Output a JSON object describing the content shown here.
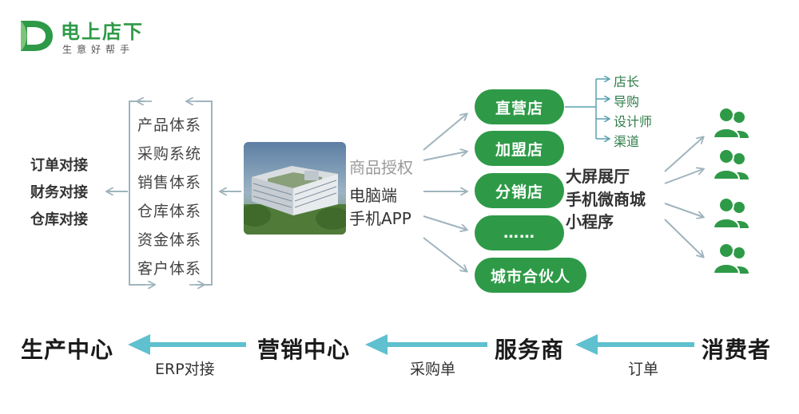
{
  "logo": {
    "title": "电上店下",
    "subtitle": "生意好帮手",
    "mark_letter": "D"
  },
  "integrations": [
    "订单对接",
    "财务对接",
    "仓库对接"
  ],
  "systems": [
    "产品体系",
    "采购系统",
    "销售体系",
    "仓库体系",
    "资金体系",
    "客户体系"
  ],
  "center": {
    "authorize": "商品授权",
    "pc": "电脑端",
    "app": "手机APP"
  },
  "stores": [
    "直营店",
    "加盟店",
    "分销店",
    "……",
    "城市合伙人"
  ],
  "roles": [
    "店长",
    "导购",
    "设计师",
    "渠道"
  ],
  "channels": [
    "大屏展厅",
    "手机微商城",
    "小程序"
  ],
  "flow": {
    "stages": [
      "生产中心",
      "营销中心",
      "服务商",
      "消费者"
    ],
    "labels": [
      "ERP对接",
      "采购单",
      "订单"
    ]
  },
  "colors": {
    "green": "#2e9a47",
    "arrow_gray": "#9fb4bd",
    "flow_arrow": "#5fc0cf",
    "role_arrow": "#5aa0b0"
  }
}
